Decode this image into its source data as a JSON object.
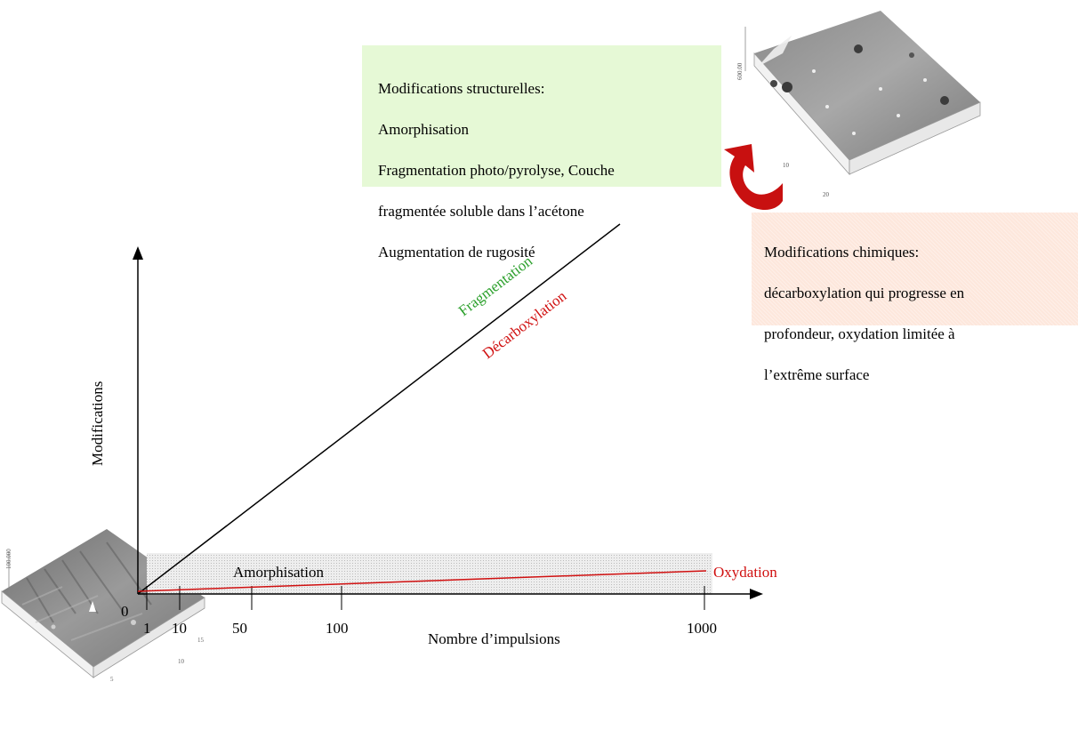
{
  "axes": {
    "y_label": "Modifications",
    "x_label": "Nombre d’impulsions",
    "origin_label": "0",
    "x_ticks": [
      "1",
      "10",
      "50",
      "100",
      "1000"
    ]
  },
  "curves": {
    "upper_green": "Fragmentation",
    "upper_red": "Décarboxylation",
    "lower_band": "Amorphisation",
    "lower_red": "Oxydation"
  },
  "structural_box": {
    "lines": [
      "Modifications structurelles:",
      "Amorphisation",
      "Fragmentation photo/pyrolyse, Couche",
      "fragmentée soluble dans l’acétone",
      "Augmentation de rugosité"
    ]
  },
  "chemical_box": {
    "lines": [
      "Modifications chimiques:",
      "décarboxylation qui progresse en",
      "profondeur, oxydation limitée à",
      "l’extrême surface"
    ]
  },
  "afm_top": {
    "z_label": "600.00",
    "ticks": [
      "10",
      "20"
    ]
  },
  "afm_bottom": {
    "z_label": "100.000",
    "ticks": [
      "5",
      "10",
      "15"
    ]
  },
  "colors": {
    "green_text": "#2ca02c",
    "red": "#d01010",
    "arrow_red": "#c81010",
    "band_fill": "#d9d9d9",
    "structural_bg": "#e6f9d6",
    "chemical_bg": "#fde7dc"
  }
}
